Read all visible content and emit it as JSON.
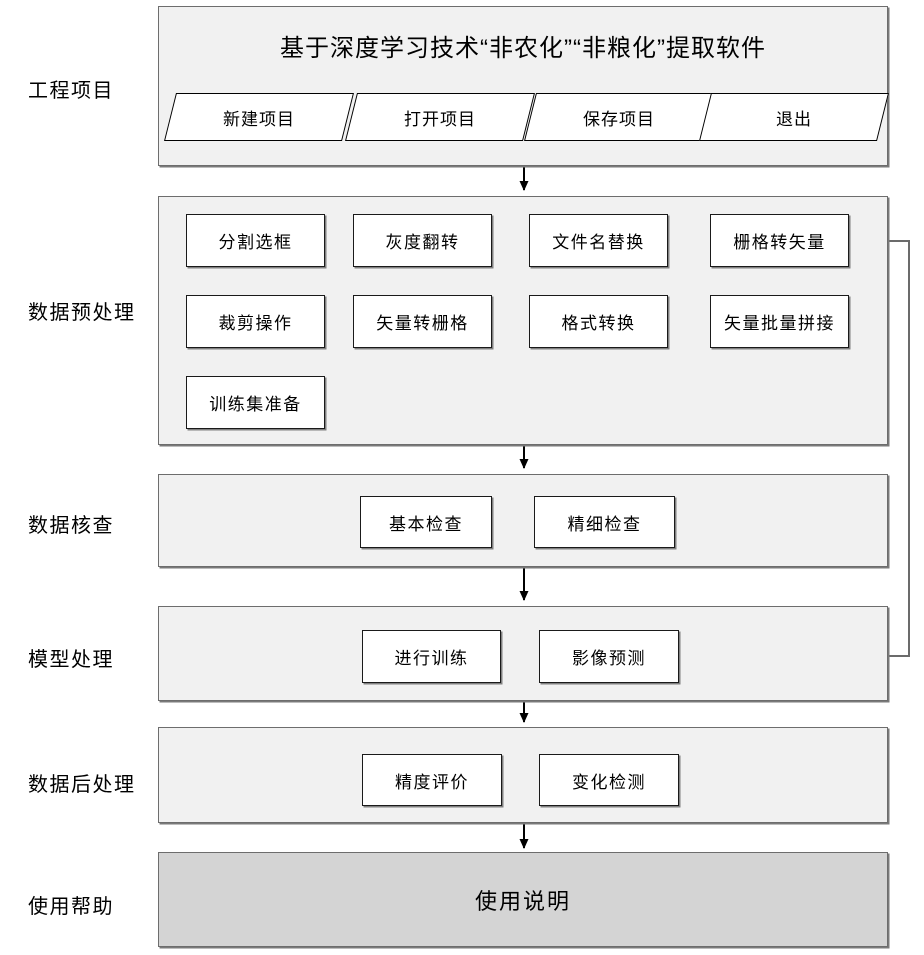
{
  "app": {
    "title": "基于深度学习技术“非农化”“非粮化”提取软件"
  },
  "stages": [
    {
      "label": "工程项目"
    },
    {
      "label": "数据预处理"
    },
    {
      "label": "数据核查"
    },
    {
      "label": "模型处理"
    },
    {
      "label": "数据后处理"
    },
    {
      "label": "使用帮助"
    }
  ],
  "project_menu": [
    {
      "label": "新建项目"
    },
    {
      "label": "打开项目"
    },
    {
      "label": "保存项目"
    },
    {
      "label": "退出"
    }
  ],
  "preprocess": {
    "col1": [
      {
        "label": "分割选框"
      },
      {
        "label": "裁剪操作"
      },
      {
        "label": "训练集准备"
      }
    ],
    "col2": [
      {
        "label": "灰度翻转"
      },
      {
        "label": "矢量转栅格"
      }
    ],
    "col3": [
      {
        "label": "文件名替换"
      },
      {
        "label": "格式转换"
      }
    ],
    "col4": [
      {
        "label": "栅格转矢量"
      },
      {
        "label": "矢量批量拼接"
      }
    ]
  },
  "check": [
    {
      "label": "基本检查"
    },
    {
      "label": "精细检查"
    }
  ],
  "model": [
    {
      "label": "进行训练"
    },
    {
      "label": "影像预测"
    }
  ],
  "postprocess": [
    {
      "label": "精度评价"
    },
    {
      "label": "变化检测"
    }
  ],
  "help": {
    "label": "使用说明"
  },
  "colors": {
    "panel_bg": "#f1f1f1",
    "panel_bg_dark": "#d4d4d4",
    "panel_border": "#6d6d6d",
    "box_bg": "#ffffff",
    "box_border": "#1a1a1a",
    "arrow": "#000000",
    "feedback_line": "#6b6b6b",
    "page_bg": "#ffffff"
  }
}
